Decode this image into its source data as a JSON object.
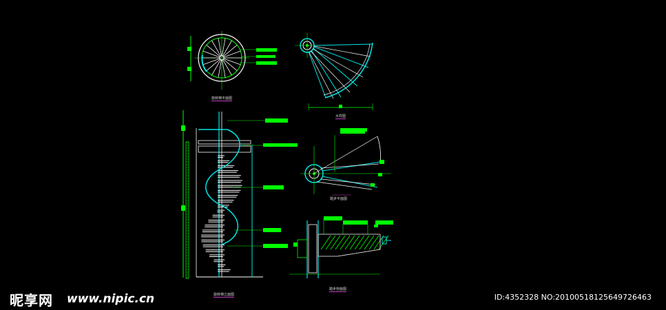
{
  "drawing": {
    "labels": {
      "plan_top": "旋转梯平面图",
      "plan_right": "大样图",
      "elevation": "旋转梯立面图",
      "step_plan": "踏步平面图",
      "section": "踏步剖面图"
    }
  },
  "colors": {
    "background": "#000000",
    "line_white": "#ffffff",
    "line_cyan": "#00e5e5",
    "line_green": "#00ff00",
    "label_magenta": "#c040c0"
  },
  "watermark": {
    "logo": "昵享网",
    "site": "www.nipic.cn",
    "id_text": "ID:4352328 NO:20100518125649726463"
  }
}
